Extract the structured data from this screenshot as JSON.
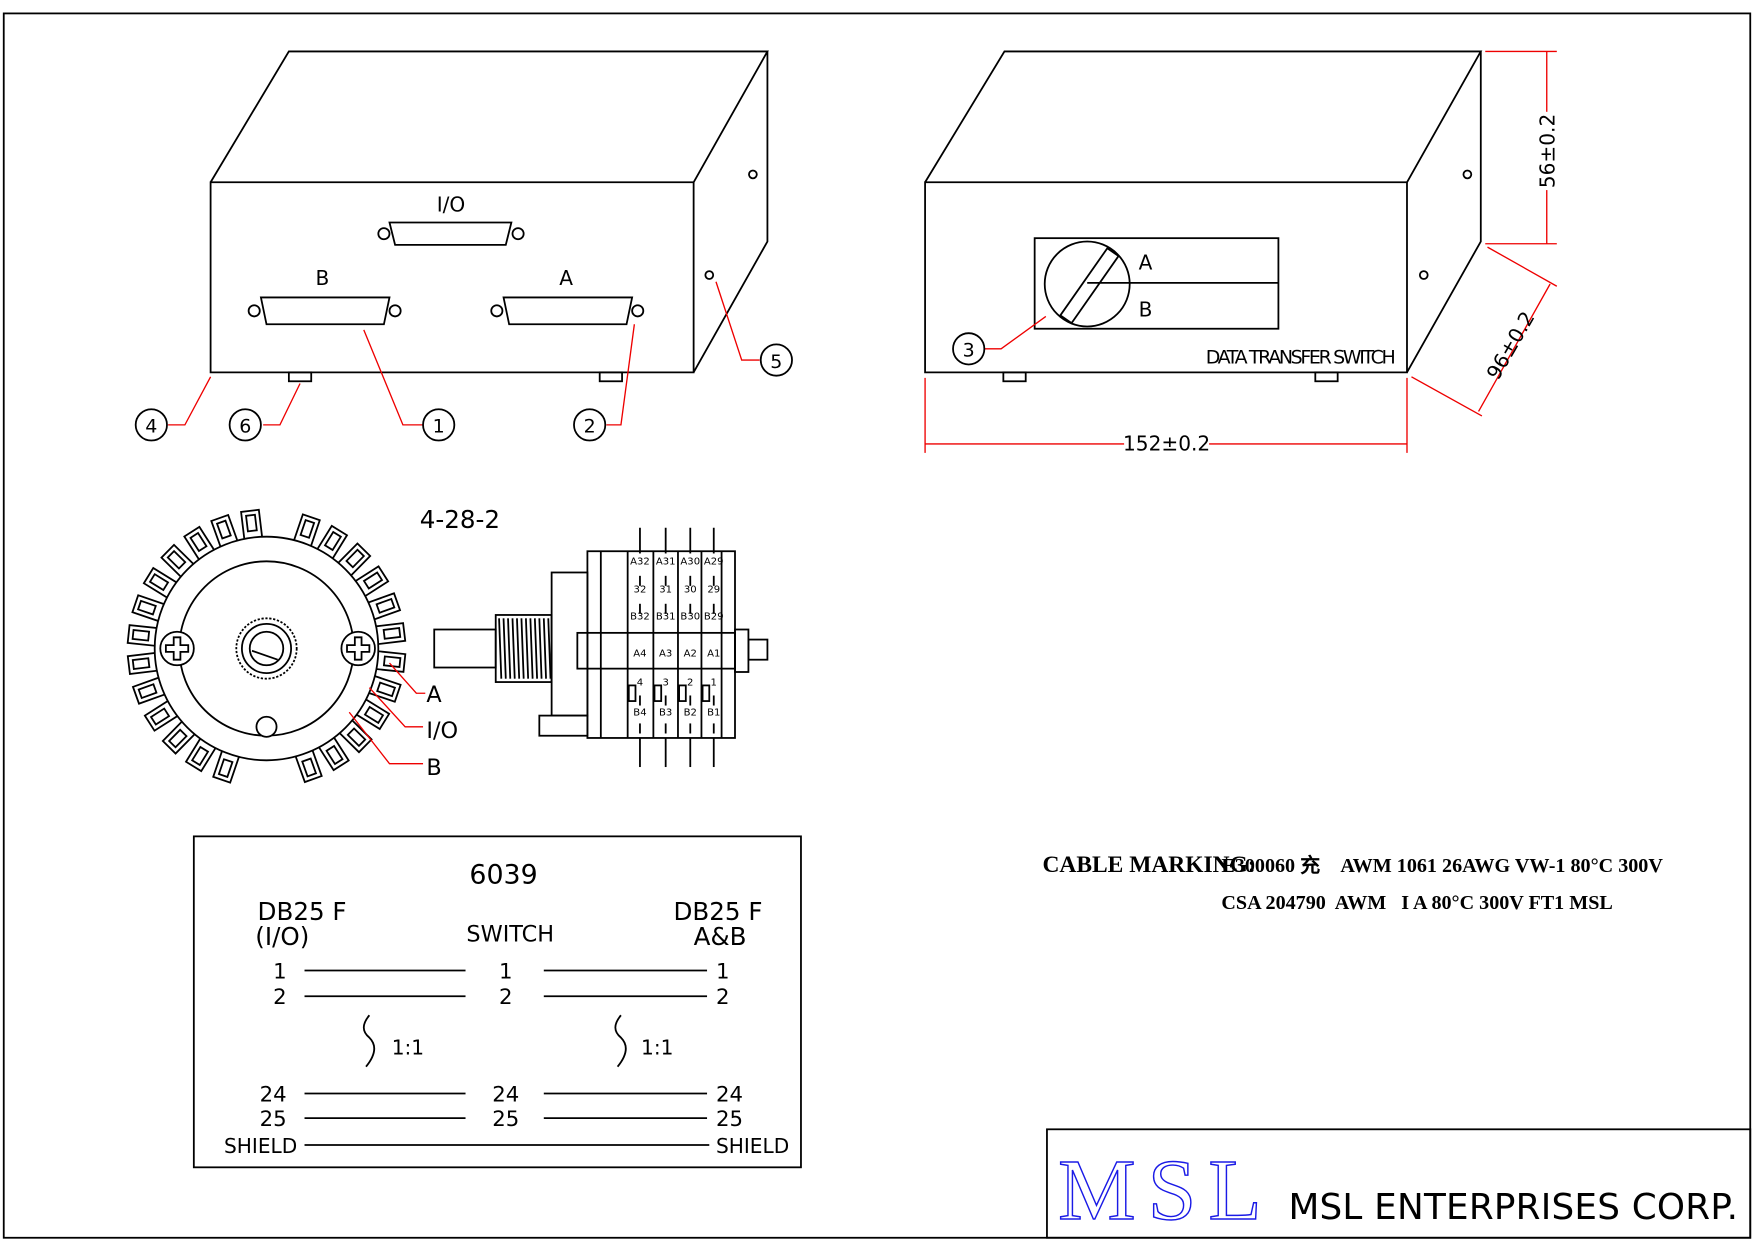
{
  "colors": {
    "line": "#000000",
    "leader": "#e00000",
    "logo": "#1a1ae6"
  },
  "front_view": {
    "connector_io": "I/O",
    "connector_b": "B",
    "connector_a": "A",
    "callouts": [
      "1",
      "2",
      "4",
      "5",
      "6"
    ]
  },
  "side_view": {
    "switch_a": "A",
    "switch_b": "B",
    "label": "DATA TRANSFER SWITCH",
    "callout": "3",
    "dim_height": "56±0.2",
    "dim_width": "152±0.2",
    "dim_depth": "96±0.2"
  },
  "rotary": {
    "code": "4-28-2",
    "label_a": "A",
    "label_io": "I/O",
    "label_b": "B",
    "deck_top": [
      "A32",
      "A31",
      "A30",
      "A29"
    ],
    "deck_mid": [
      "32",
      "31",
      "30",
      "29"
    ],
    "deck_b": [
      "B32",
      "B31",
      "B30",
      "B29"
    ],
    "deck_a_low": [
      "A4",
      "A3",
      "A2",
      "A1"
    ],
    "deck_num_low": [
      "4",
      "3",
      "2",
      "1"
    ],
    "deck_b_low": [
      "B4",
      "B3",
      "B2",
      "B1"
    ]
  },
  "wiring": {
    "model": "6039",
    "left_head1": "DB25 F",
    "left_head2": "(I/O)",
    "mid_head": "SWITCH",
    "right_head1": "DB25 F",
    "right_head2": "A&B",
    "rows": [
      "1",
      "2",
      "24",
      "25"
    ],
    "ratio": "1:1",
    "shield": "SHIELD"
  },
  "cable_marking": {
    "label": "CABLE MARKING:",
    "line1": "E300060 充    AWM 1061 26AWG VW-1 80°C 300V",
    "line2": "CSA 204790  AWM   I A 80°C 300V FT1 MSL"
  },
  "title_block": {
    "logo": "MSL",
    "company": "MSL ENTERPRISES CORP."
  }
}
